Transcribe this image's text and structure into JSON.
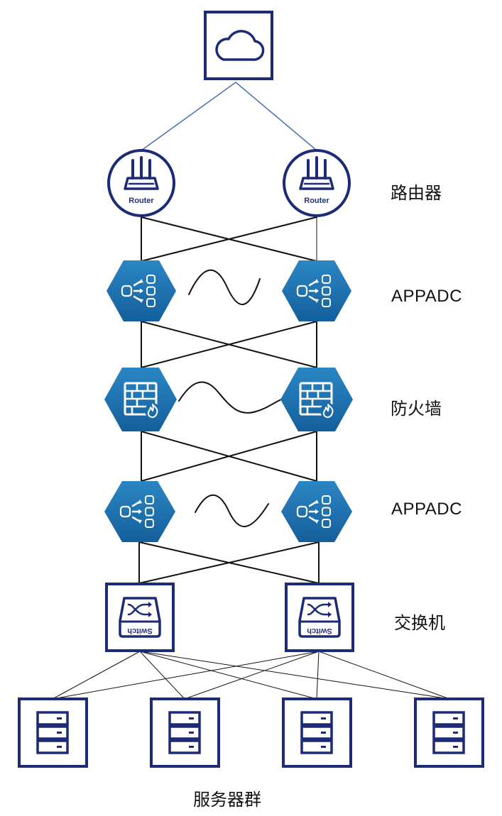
{
  "layers": {
    "router": "路由器",
    "adc_top": "APPADC",
    "firewall": "防火墙",
    "adc_bottom": "APPADC",
    "switch": "交换机"
  },
  "servers": {
    "label": "服务器群"
  },
  "icons": {
    "cloud": "cloud-icon",
    "router": "router-icon",
    "load_balancer": "load-balancer-icon",
    "firewall": "firewall-icon",
    "switch": "switch-icon",
    "server": "server-icon"
  },
  "device_text": {
    "router": "Router",
    "switch": "Switch"
  },
  "colors": {
    "navy": "#1c2a78",
    "hex_blue": "#1a6ba8",
    "link_blue": "#4a6fb5"
  }
}
